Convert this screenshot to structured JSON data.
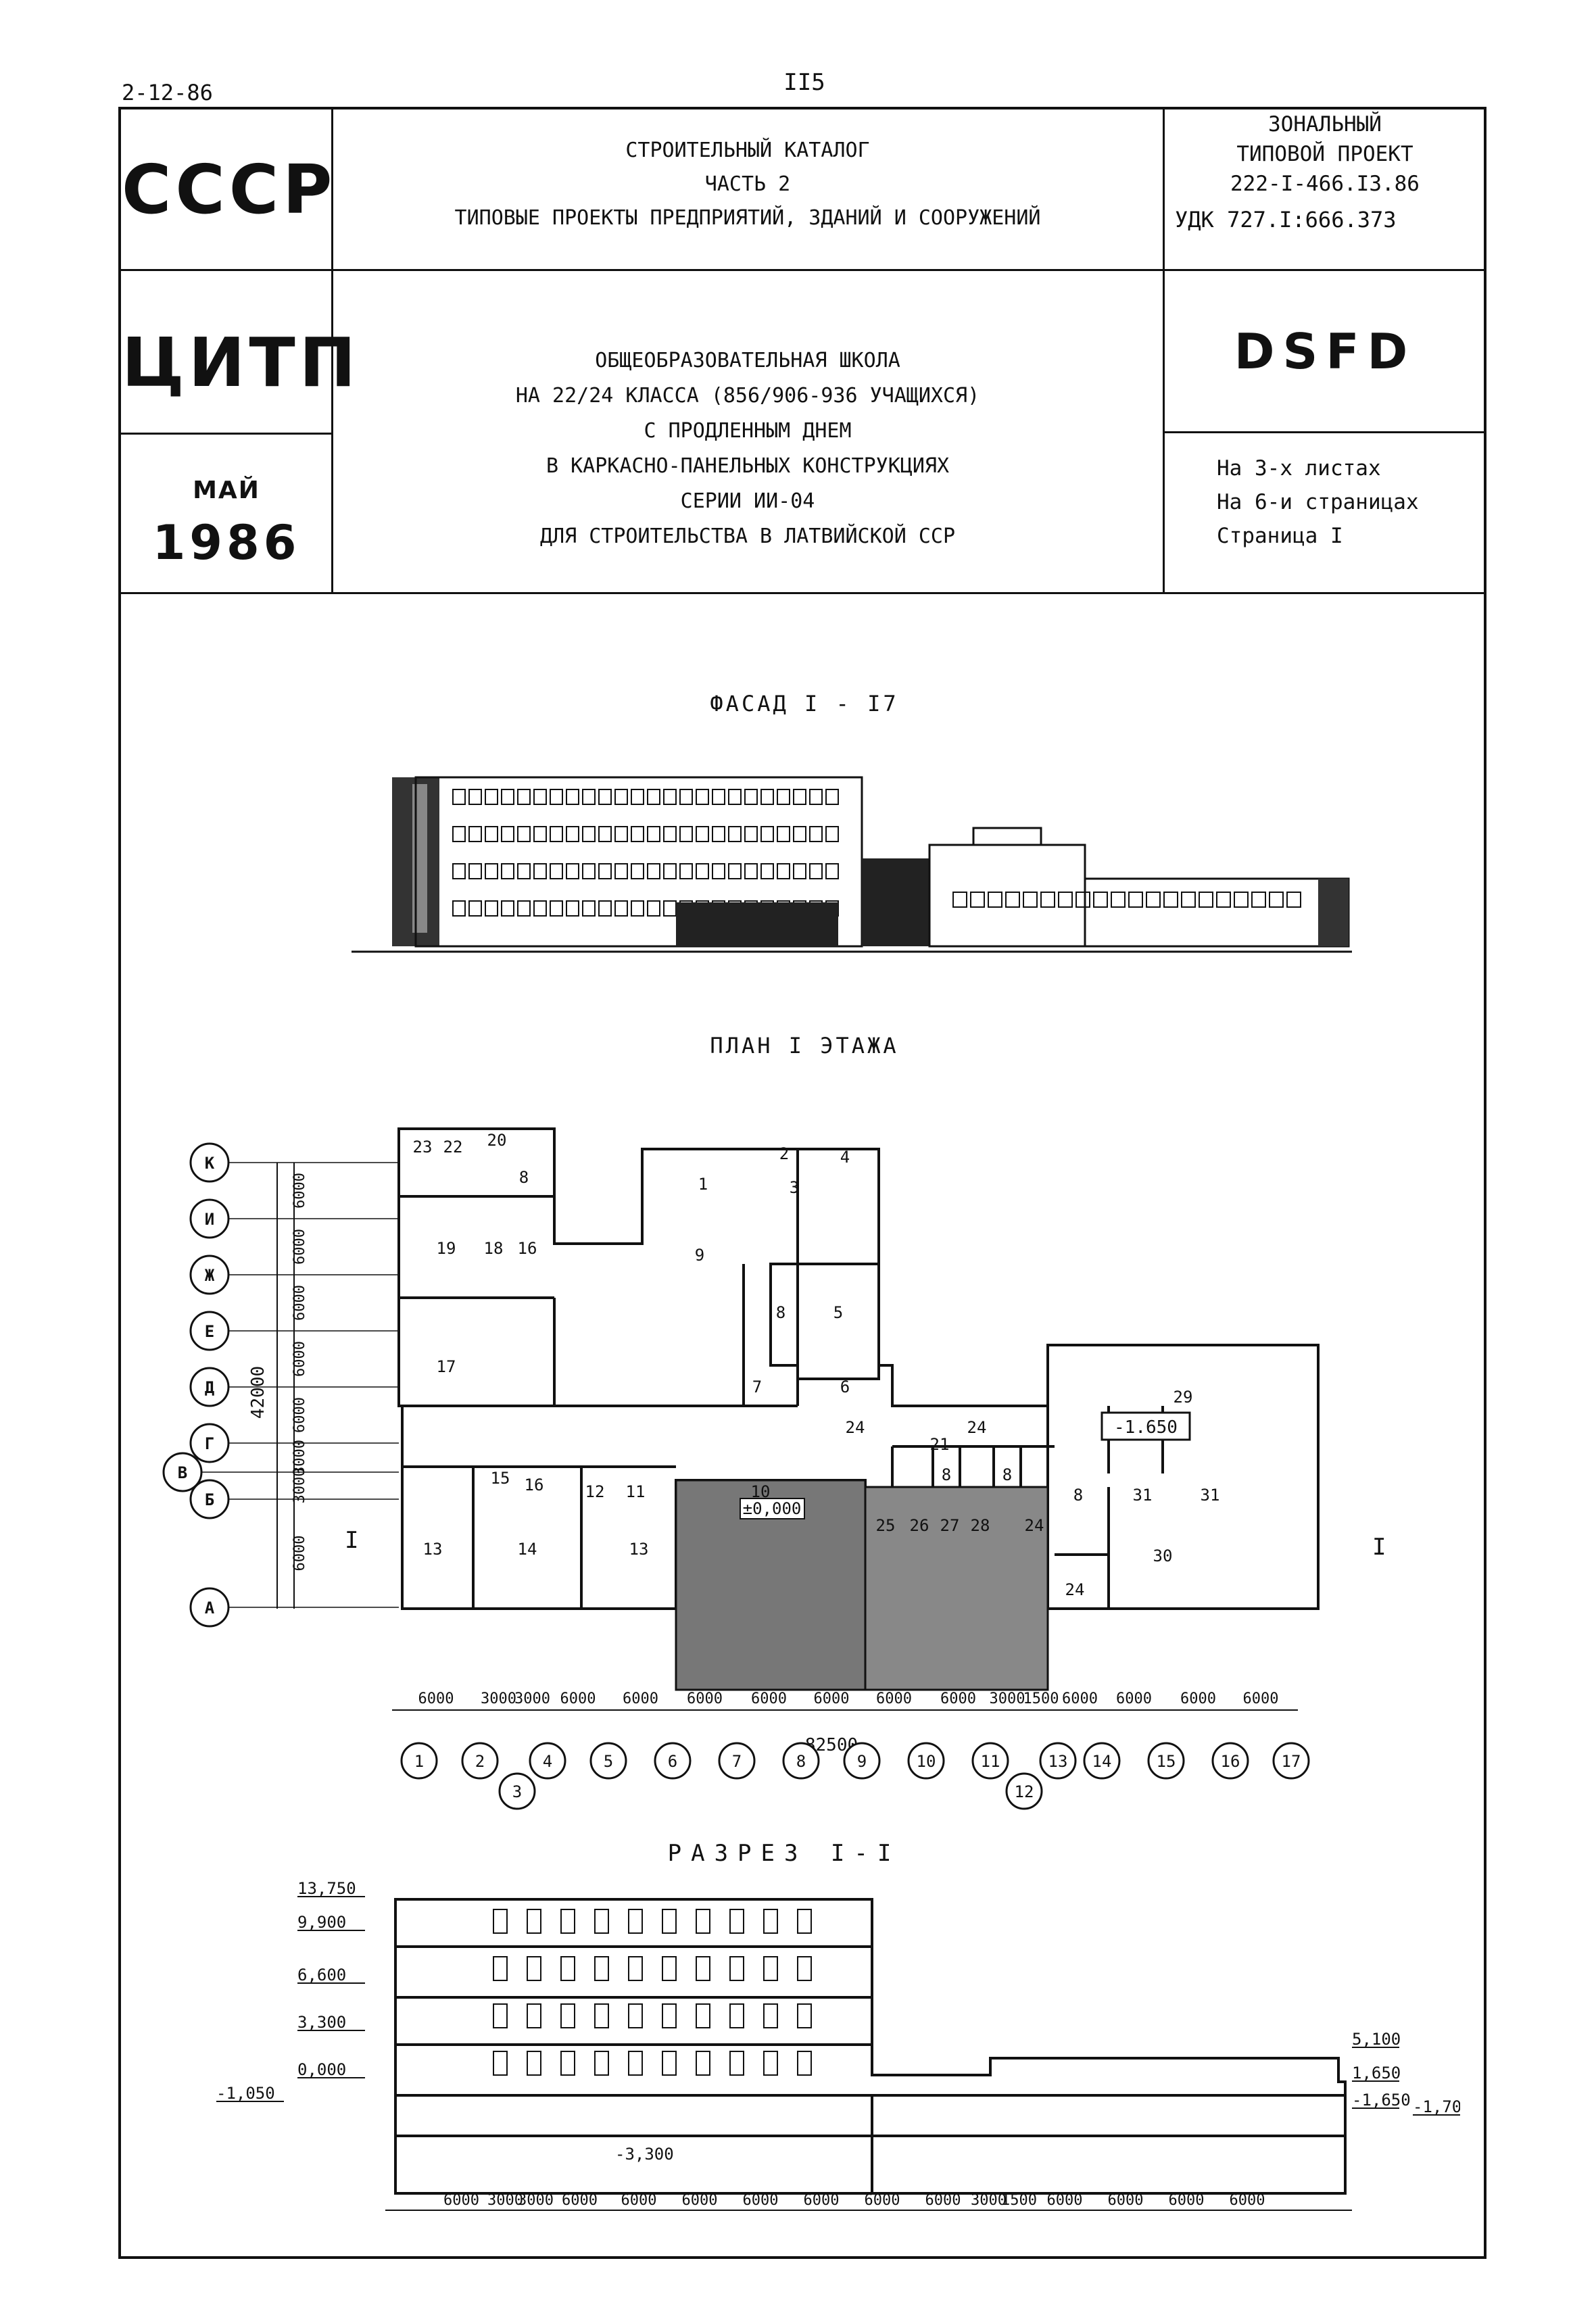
{
  "header": {
    "doc_code": "2-12-86",
    "page_number": "II5",
    "org1": "СССР",
    "org2": "ЦИТП",
    "month": "МАЙ",
    "year": "1986",
    "catalog_lines": [
      "СТРОИТЕЛЬНЫЙ КАТАЛОГ",
      "ЧАСТЬ 2",
      "ТИПОВЫЕ ПРОЕКТЫ ПРЕДПРИЯТИЙ, ЗДАНИЙ И СООРУЖЕНИЙ"
    ],
    "project_lines": [
      "ЗОНАЛЬНЫЙ",
      "ТИПОВОЙ ПРОЕКТ",
      "222-I-466.I3.86"
    ],
    "udk": "УДК 727.I:666.373",
    "code": "DSFD",
    "description_lines": [
      "ОБЩЕОБРАЗОВАТЕЛЬНАЯ ШКОЛА",
      "НА 22/24 КЛАССА (856/906-936 УЧАЩИХСЯ)",
      "С ПРОДЛЕННЫМ ДНЕМ",
      "В КАРКАСНО-ПАНЕЛЬНЫХ КОНСТРУКЦИЯХ",
      "СЕРИИ ИИ-04",
      "ДЛЯ СТРОИТЕЛЬСТВА В ЛАТВИЙСКОЙ ССР"
    ],
    "sheets_lines": [
      "На 3-х листах",
      "На 6-и страницах",
      "Страница I"
    ]
  },
  "drawings": {
    "facade_title": "ФАСАД I - I7",
    "plan_title": "ПЛАН I ЭТАЖА",
    "section_title": "РАЗРЕЗ I-I"
  },
  "plan": {
    "row_axes": [
      "К",
      "И",
      "Ж",
      "Е",
      "Д",
      "Г",
      "В",
      "Б",
      "А"
    ],
    "row_dims": [
      "6000",
      "6000",
      "6000",
      "6000",
      "6000",
      "3000",
      "3000",
      "6000"
    ],
    "total_height": "42000",
    "col_axes": [
      "1",
      "2",
      "3",
      "4",
      "5",
      "6",
      "7",
      "8",
      "9",
      "10",
      "11",
      "12",
      "13",
      "14",
      "15",
      "16",
      "17"
    ],
    "col_dims": [
      "6000",
      "3000",
      "3000",
      "6000",
      "6000",
      "6000",
      "6000",
      "6000",
      "6000",
      "6000",
      "3000",
      "1500",
      "6000",
      "6000",
      "6000",
      "6000"
    ],
    "total_length": "82500",
    "level_mark": "-1.650",
    "zero_mark": "±0,000",
    "section_mark": "I",
    "rooms": [
      "23",
      "22",
      "20",
      "8",
      "19",
      "18",
      "16",
      "17",
      "15",
      "16",
      "12",
      "11",
      "13",
      "14",
      "13",
      "1",
      "2",
      "3",
      "4",
      "9",
      "8",
      "5",
      "7",
      "6",
      "10",
      "24",
      "21",
      "24",
      "8",
      "8",
      "25",
      "26",
      "27",
      "28",
      "24",
      "29",
      "31",
      "31",
      "30",
      "24",
      "8"
    ]
  },
  "section": {
    "levels_left": [
      "13,750",
      "9,900",
      "6,600",
      "3,300",
      "0,000",
      "-1,050"
    ],
    "levels_right": [
      "5,100",
      "1,650",
      "-1,650",
      "-1,700"
    ],
    "basement": "-3,300",
    "col_dims": [
      "6000",
      "3000",
      "3000",
      "6000",
      "6000",
      "6000",
      "6000",
      "6000",
      "6000",
      "6000",
      "3000",
      "1500",
      "6000",
      "6000",
      "6000",
      "6000"
    ]
  }
}
